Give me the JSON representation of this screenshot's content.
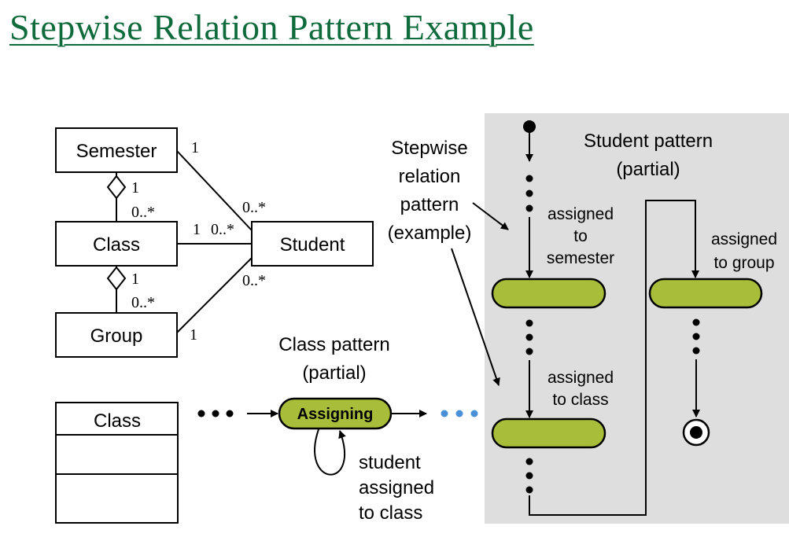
{
  "title": "Stepwise Relation Pattern Example",
  "class_diagram": {
    "semester": "Semester",
    "class": "Class",
    "group": "Group",
    "student": "Student",
    "mult_sem_student_sem": "1",
    "mult_sem_student_stu": "0..*",
    "mult_sem_class_one": "1",
    "mult_sem_class_many": "0..*",
    "mult_class_student_one": "1",
    "mult_class_student_many": "0..*",
    "mult_class_group_one": "1",
    "mult_class_group_many": "0..*",
    "mult_group_student_grp": "1",
    "mult_group_student_stu": "0..*"
  },
  "class_box": {
    "name": "Class"
  },
  "class_pattern": {
    "title_line1": "Class pattern",
    "title_line2": "(partial)",
    "state": "Assigning",
    "loop_line1": "student",
    "loop_line2": "assigned",
    "loop_line3": "to class"
  },
  "stepwise_label": {
    "line1": "Stepwise",
    "line2": "relation",
    "line3": "pattern",
    "line4": "(example)"
  },
  "student_pattern": {
    "title_line1": "Student pattern",
    "title_line2": "(partial)",
    "step1_line1": "assigned",
    "step1_line2": "to",
    "step1_line3": "semester",
    "step2_line1": "assigned",
    "step2_line2": "to class",
    "step3_line1": "assigned",
    "step3_line2": "to group"
  },
  "colors": {
    "title": "#0f6b3c",
    "state_fill": "#a8bd3a",
    "panel": "#dedede",
    "dot_blue": "#4a90d9"
  }
}
